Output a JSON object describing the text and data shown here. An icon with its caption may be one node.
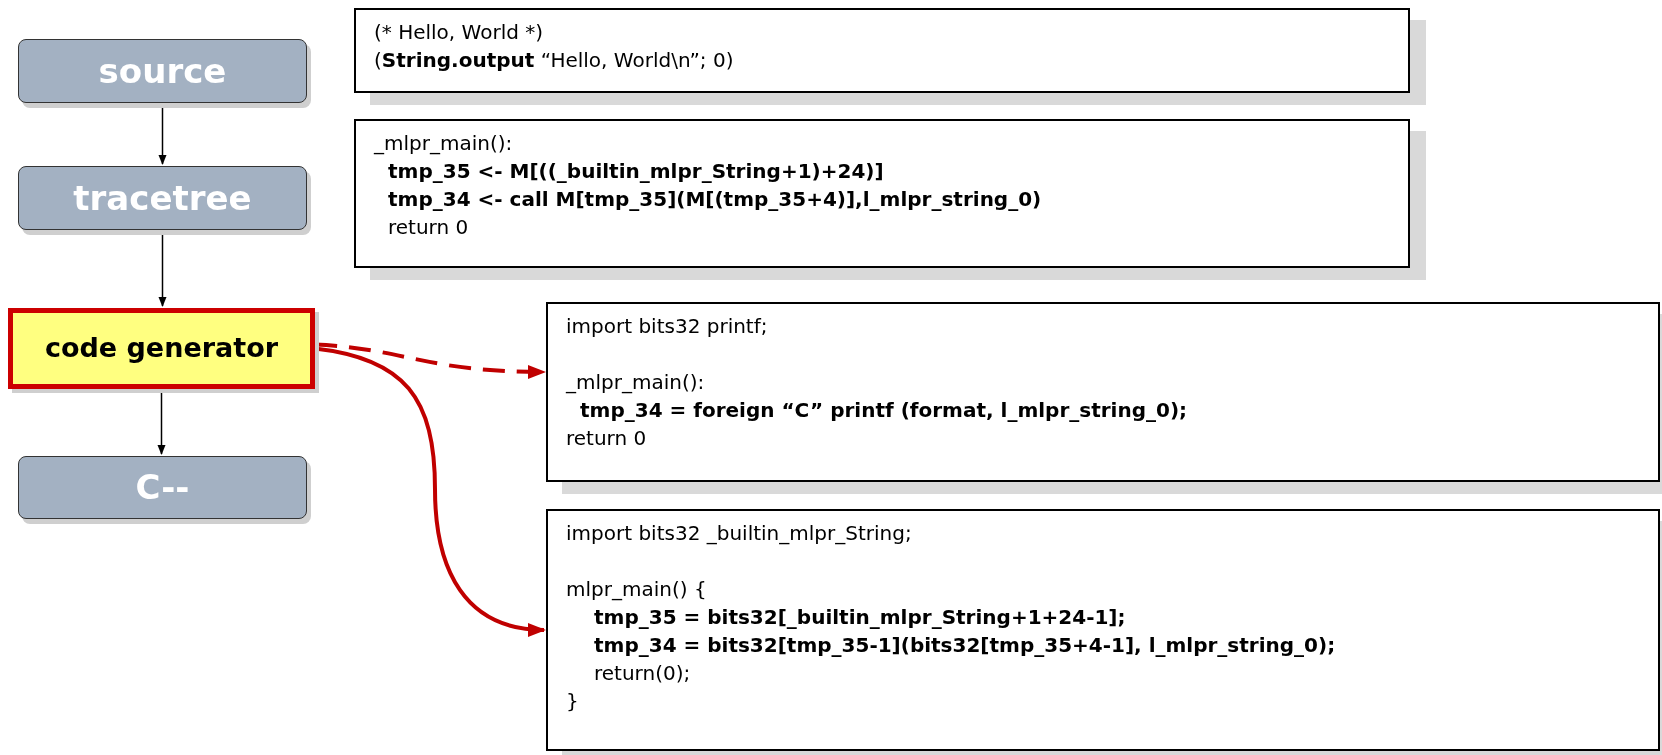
{
  "diagram": {
    "nodes": [
      {
        "text": [
          "source"
        ]
      },
      {
        "text": [
          "tracetree"
        ]
      },
      {
        "text": [
          "code generator"
        ]
      },
      {
        "text": [
          "C--"
        ]
      },
      {
        "text": [
          "(* Hello, World *)",
          "(**String.output** “Hello, World\\n”; 0)"
        ]
      },
      {
        "text": [
          "_mlpr_main():",
          "**tmp_35 <- M[((_builtin_mlpr_String+1)+24)]**",
          "**tmp_34 <- call M[tmp_35](M[(tmp_35+4)],l_mlpr_string_0)**",
          "return 0"
        ]
      },
      {
        "text": [
          "import bits32 printf;",
          "_mlpr_main():",
          "**tmp_34 = foreign “C” printf (format, l_mlpr_string_0);**",
          "return 0"
        ]
      },
      {
        "text": [
          "import bits32 _builtin_mlpr_String;",
          "mlpr_main() {",
          "**tmp_35 = bits32[_builtin_mlpr_String+1+24-1];**",
          "**tmp_34 = bits32[tmp_35-1](bits32[tmp_35+4-1], l_mlpr_string_0);**",
          "return(0);",
          "}"
        ]
      }
    ],
    "edges": [
      {
        "from": 0,
        "to": 1,
        "arrow": "to"
      },
      {
        "from": 1,
        "to": 2,
        "arrow": "to"
      },
      {
        "from": 2,
        "to": 3,
        "arrow": "to"
      },
      {
        "from": 2,
        "to": 6,
        "arrow": "to",
        "style": "dashed",
        "color": "#c00000"
      },
      {
        "from": 2,
        "to": 7,
        "arrow": "to",
        "style": "thick",
        "color": "#c00000"
      }
    ]
  }
}
